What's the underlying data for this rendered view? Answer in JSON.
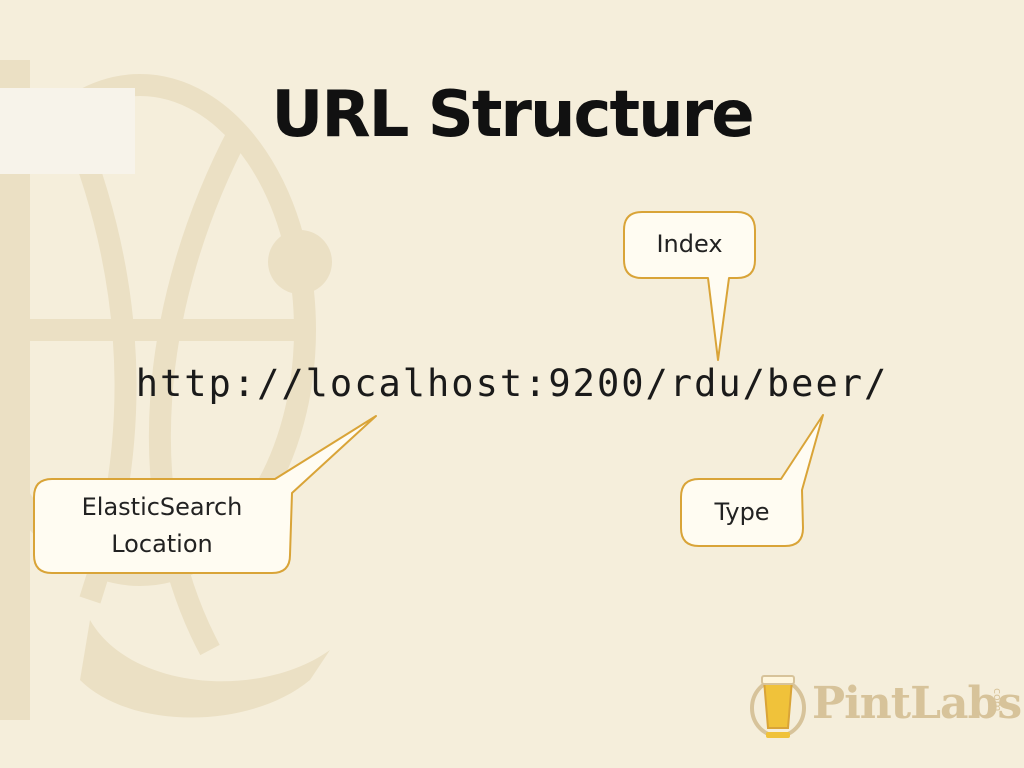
{
  "slide": {
    "title": "URL Structure",
    "url": "http://localhost:9200/rdu/beer/",
    "callouts": {
      "index": "Index",
      "location_line1": "ElasticSearch",
      "location_line2": "Location",
      "type": "Type"
    }
  },
  "logo": {
    "text": "PintLabs",
    "suffix": "com",
    "icon": "pint-glass-icon"
  },
  "colors": {
    "background": "#f5eedb",
    "callout_fill": "#fffcf2",
    "callout_border": "#d9a438",
    "watermark": "#ebe0c4",
    "logo": "#d7c39a"
  }
}
